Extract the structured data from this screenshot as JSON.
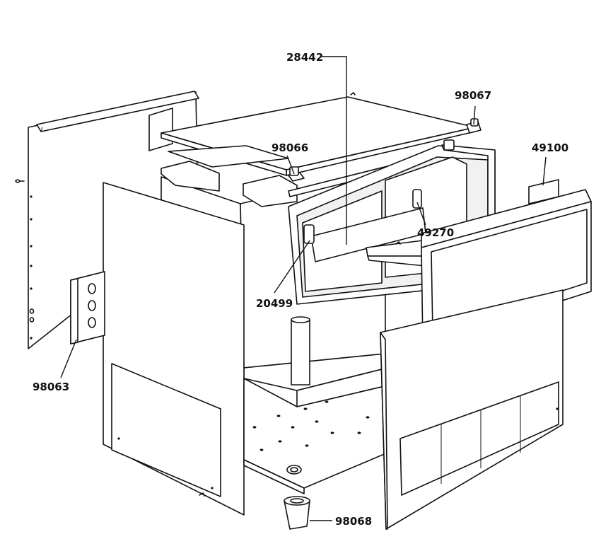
{
  "callouts": [
    {
      "id": "c1",
      "text": "28442"
    },
    {
      "id": "c2",
      "text": "98067"
    },
    {
      "id": "c3",
      "text": "98066"
    },
    {
      "id": "c4",
      "text": "49100"
    },
    {
      "id": "c5",
      "text": "49270"
    },
    {
      "id": "c6",
      "text": "20499"
    },
    {
      "id": "c7",
      "text": "98063"
    },
    {
      "id": "c8",
      "text": "98068"
    }
  ]
}
